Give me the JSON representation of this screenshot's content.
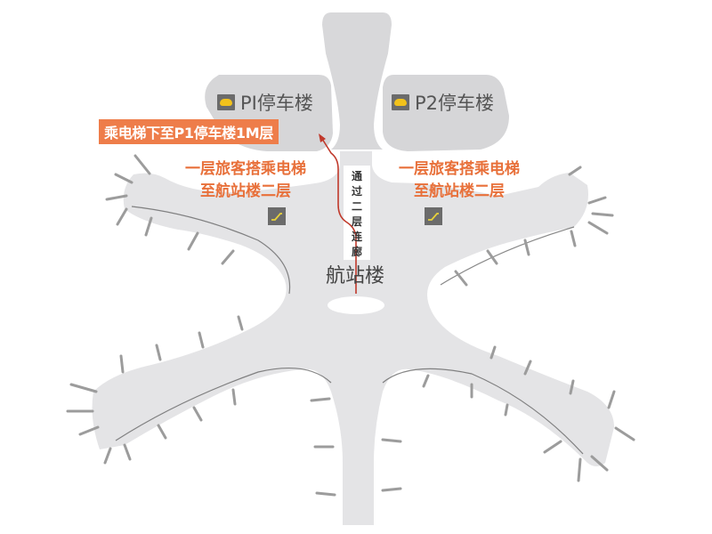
{
  "map": {
    "type": "airport-terminal-wayfinding",
    "colors": {
      "background": "#ffffff",
      "building_fill": "#e4e4e6",
      "parking_fill": "#d6d6d8",
      "route_line": "#c0392b",
      "callout_bg": "#ee7d4a",
      "note_text": "#e8703a",
      "icon_bg": "#6b6b6b",
      "car_icon": "#f2c21b"
    }
  },
  "parking": {
    "p1": {
      "label": "PI停车楼",
      "icon": "car-icon"
    },
    "p2": {
      "label": "P2停车楼",
      "icon": "car-icon"
    }
  },
  "callout": {
    "text": "乘电梯下至P1停车楼1M层"
  },
  "notes": {
    "left": {
      "line1": "一层旅客搭乘电梯",
      "line2": "至航站楼二层",
      "icon": "escalator-icon"
    },
    "right": {
      "line1": "一层旅客搭乘电梯",
      "line2": "至航站楼二层",
      "icon": "escalator-icon"
    }
  },
  "corridor": {
    "text": "通过二层连廊"
  },
  "terminal": {
    "label": "航站楼"
  }
}
